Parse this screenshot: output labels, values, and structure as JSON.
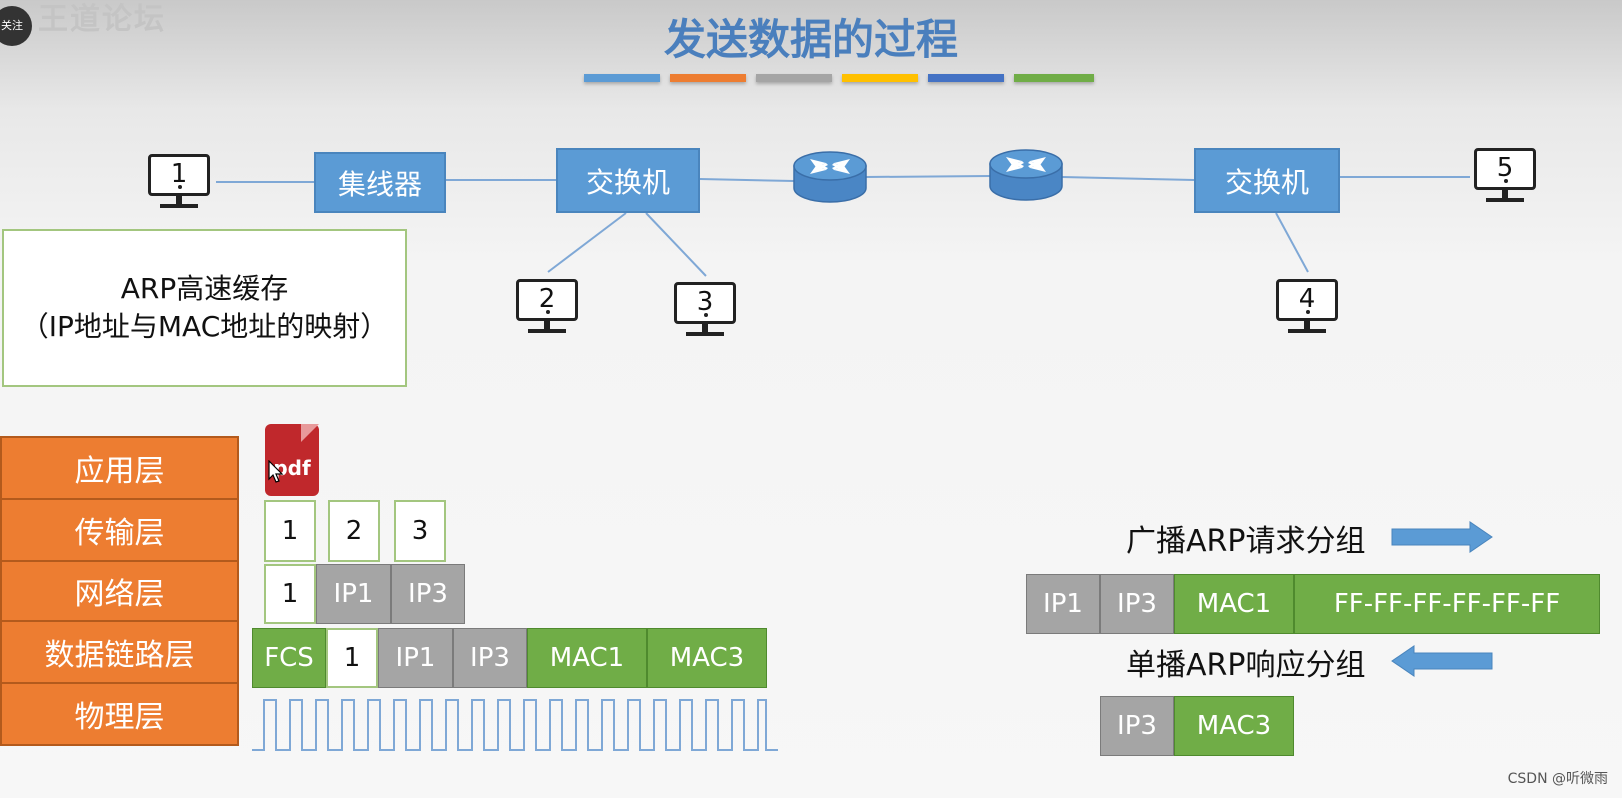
{
  "overlay": {
    "watermark": "王道论坛",
    "follow_button": "关注",
    "credit": "CSDN @听微雨"
  },
  "title": "发送数据的过程",
  "color_bars": [
    "#5b9bd5",
    "#ed7d31",
    "#a5a5a5",
    "#ffc000",
    "#4472c4",
    "#70ad47"
  ],
  "network": {
    "hub_label": "集线器",
    "switch_left_label": "交换机",
    "switch_right_label": "交换机",
    "router_icon": "router-icon",
    "hosts": [
      "1",
      "2",
      "3",
      "4",
      "5"
    ]
  },
  "arp_cache": {
    "line1": "ARP高速缓存",
    "line2": "（IP地址与MAC地址的映射）"
  },
  "layers": [
    "应用层",
    "传输层",
    "网络层",
    "数据链路层",
    "物理层"
  ],
  "app_data": {
    "icon": "pdf-file-icon",
    "label": "pdf"
  },
  "transport_segments": [
    "1",
    "2",
    "3"
  ],
  "network_packet": [
    "1",
    "IP1",
    "IP3"
  ],
  "frame": [
    "FCS",
    "1",
    "IP1",
    "IP3",
    "MAC1",
    "MAC3"
  ],
  "arp": {
    "broadcast_label": "广播ARP请求分组",
    "broadcast_fields": [
      "IP1",
      "IP3",
      "MAC1",
      "FF-FF-FF-FF-FF-FF"
    ],
    "unicast_label": "单播ARP响应分组",
    "unicast_fields": [
      "IP3",
      "MAC3"
    ],
    "arrow_color": "#5b9bd5"
  }
}
